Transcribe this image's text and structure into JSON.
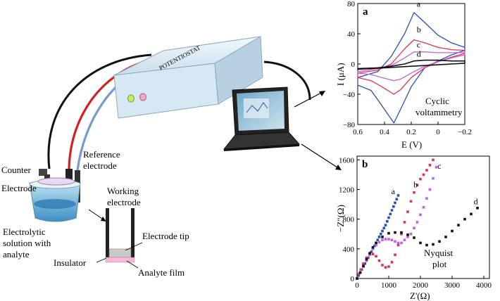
{
  "setup": {
    "potentiostat_label": "POTENTIOSTAT",
    "counter_label": "Counter",
    "electrode_label": "Electrode",
    "reference_label_line1": "Reference",
    "reference_label_line2": "electrode",
    "solution_label_line1": "Electrolytic",
    "solution_label_line2": "solution with",
    "solution_label_line3": "analyte",
    "working_label_line1": "Working",
    "working_label_line2": "electrode",
    "electrode_tip_label": "Electrode tip",
    "insulator_label": "Insulator",
    "analyte_film_label": "Analyte film"
  },
  "colors": {
    "curve_a": "#2a4fb5",
    "curve_b": "#e0305a",
    "curve_c": "#c064d8",
    "curve_d": "#111111",
    "box_face": "#dcecf6",
    "wire_red": "#d42020",
    "wire_blue": "#7899cf"
  },
  "chart_data": [
    {
      "panel": "a",
      "type": "line",
      "annotation_line1": "Cyclic",
      "annotation_line2": "voltammetry",
      "xlabel": "E (V)",
      "ylabel": "I (μA)",
      "xlim": [
        0.6,
        -0.2
      ],
      "ylim": [
        -80,
        80
      ],
      "xticks": [
        "0.6",
        "0.4",
        "0.2",
        "0",
        "−0.2"
      ],
      "yticks": [
        "80",
        "40",
        "0",
        "−40",
        "−80"
      ],
      "series_labels": [
        "a",
        "b",
        "c",
        "d"
      ],
      "series": [
        {
          "name": "a",
          "forward": [
            [
              0.6,
              -18
            ],
            [
              0.45,
              -10
            ],
            [
              0.35,
              10
            ],
            [
              0.25,
              40
            ],
            [
              0.18,
              68
            ],
            [
              0.1,
              55
            ],
            [
              0.0,
              38
            ],
            [
              -0.1,
              28
            ],
            [
              -0.2,
              22
            ]
          ],
          "reverse": [
            [
              -0.2,
              18
            ],
            [
              -0.1,
              12
            ],
            [
              0.0,
              4
            ],
            [
              0.1,
              -5
            ],
            [
              0.2,
              -30
            ],
            [
              0.28,
              -60
            ],
            [
              0.33,
              -78
            ],
            [
              0.42,
              -55
            ],
            [
              0.5,
              -35
            ],
            [
              0.6,
              -28
            ]
          ]
        },
        {
          "name": "b",
          "forward": [
            [
              0.6,
              -12
            ],
            [
              0.45,
              -8
            ],
            [
              0.35,
              0
            ],
            [
              0.25,
              20
            ],
            [
              0.18,
              32
            ],
            [
              0.1,
              28
            ],
            [
              0.0,
              22
            ],
            [
              -0.1,
              19
            ],
            [
              -0.2,
              18
            ]
          ],
          "reverse": [
            [
              -0.2,
              14
            ],
            [
              -0.1,
              9
            ],
            [
              0.0,
              3
            ],
            [
              0.1,
              -5
            ],
            [
              0.2,
              -18
            ],
            [
              0.28,
              -34
            ],
            [
              0.33,
              -40
            ],
            [
              0.42,
              -30
            ],
            [
              0.5,
              -22
            ],
            [
              0.6,
              -18
            ]
          ]
        },
        {
          "name": "c",
          "forward": [
            [
              0.6,
              -10
            ],
            [
              0.45,
              -6
            ],
            [
              0.35,
              -2
            ],
            [
              0.25,
              8
            ],
            [
              0.18,
              16
            ],
            [
              0.1,
              16
            ],
            [
              0.0,
              15
            ],
            [
              -0.1,
              15
            ],
            [
              -0.2,
              15
            ]
          ],
          "reverse": [
            [
              -0.2,
              12
            ],
            [
              -0.1,
              8
            ],
            [
              0.0,
              3
            ],
            [
              0.1,
              -3
            ],
            [
              0.2,
              -12
            ],
            [
              0.28,
              -20
            ],
            [
              0.33,
              -22
            ],
            [
              0.42,
              -18
            ],
            [
              0.5,
              -14
            ],
            [
              0.6,
              -12
            ]
          ]
        },
        {
          "name": "d",
          "forward": [
            [
              0.6,
              -6
            ],
            [
              0.45,
              -5
            ],
            [
              0.35,
              -3
            ],
            [
              0.25,
              0
            ],
            [
              0.18,
              4
            ],
            [
              0.1,
              5
            ],
            [
              0.0,
              5
            ],
            [
              -0.1,
              4
            ],
            [
              -0.2,
              4
            ]
          ],
          "reverse": [
            [
              -0.2,
              1
            ],
            [
              -0.1,
              0
            ],
            [
              0.0,
              -1
            ],
            [
              0.1,
              -2
            ],
            [
              0.2,
              -3
            ],
            [
              0.3,
              -4
            ],
            [
              0.4,
              -5
            ],
            [
              0.5,
              -6
            ],
            [
              0.6,
              -7
            ]
          ]
        }
      ]
    },
    {
      "panel": "b",
      "type": "scatter",
      "annotation_line1": "Nyquist",
      "annotation_line2": "plot",
      "xlabel": "Z'(Ω)",
      "ylabel": "−Z\"(Ω)",
      "xlim": [
        0,
        4000
      ],
      "ylim": [
        0,
        1650
      ],
      "xticks": [
        "0",
        "1000",
        "2000",
        "3000",
        "4000"
      ],
      "yticks": [
        "0",
        "400",
        "800",
        "1200",
        "1600"
      ],
      "series_labels": [
        "a",
        "b",
        "c",
        "d"
      ],
      "series": [
        {
          "name": "a",
          "x": [
            0,
            50,
            100,
            150,
            200,
            250,
            300,
            350,
            400,
            450,
            500,
            550,
            600,
            650,
            700,
            750,
            800,
            850,
            900,
            950,
            1000,
            1050,
            1100,
            1150,
            1200,
            1250,
            1300
          ],
          "y": [
            0,
            40,
            80,
            120,
            160,
            200,
            240,
            280,
            320,
            360,
            400,
            440,
            480,
            520,
            560,
            600,
            640,
            680,
            720,
            770,
            820,
            870,
            920,
            970,
            1020,
            1070,
            1120
          ]
        },
        {
          "name": "b",
          "x": [
            0,
            60,
            120,
            200,
            300,
            400,
            500,
            600,
            700,
            800,
            900,
            1000,
            1100,
            1200,
            1300,
            1400,
            1500,
            1600,
            1700,
            1800,
            1900,
            2000,
            2100,
            2200,
            2300,
            2400
          ],
          "y": [
            0,
            60,
            120,
            200,
            280,
            330,
            330,
            300,
            240,
            180,
            150,
            160,
            220,
            320,
            450,
            600,
            760,
            900,
            1040,
            1160,
            1260,
            1340,
            1400,
            1460,
            1530,
            1600
          ]
        },
        {
          "name": "c",
          "x": [
            0,
            100,
            200,
            300,
            400,
            500,
            600,
            700,
            800,
            900,
            1000,
            1100,
            1200,
            1300,
            1400,
            1500,
            1600,
            1700,
            1800,
            1900,
            2000,
            2100,
            2200,
            2300,
            2400,
            2500
          ],
          "y": [
            0,
            80,
            160,
            240,
            320,
            400,
            450,
            490,
            520,
            530,
            530,
            520,
            500,
            480,
            480,
            520,
            560,
            600,
            680,
            760,
            860,
            960,
            1080,
            1200,
            1350,
            1500
          ]
        },
        {
          "name": "d",
          "x": [
            0,
            100,
            200,
            300,
            400,
            500,
            600,
            800,
            1000,
            1200,
            1400,
            1600,
            1800,
            2000,
            2200,
            2400,
            2600,
            2800,
            3000,
            3200,
            3400,
            3600,
            3800
          ],
          "y": [
            0,
            80,
            170,
            260,
            340,
            420,
            480,
            560,
            610,
            620,
            620,
            590,
            550,
            480,
            450,
            460,
            500,
            560,
            640,
            720,
            800,
            870,
            950
          ]
        }
      ]
    }
  ]
}
